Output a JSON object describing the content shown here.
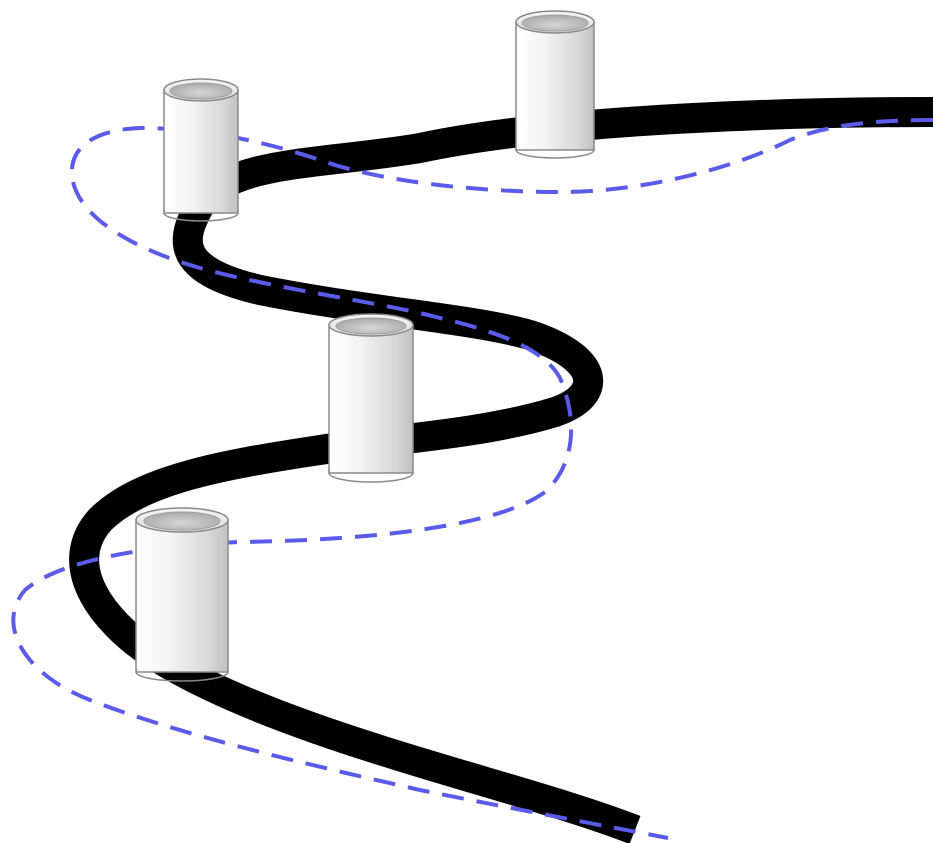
{
  "colors": {
    "track": "#000000",
    "dashed_path": "#5b5bea",
    "cylinder_light": "#ffffff",
    "cylinder_shade": "#c9c9c9",
    "cylinder_inner": "#b4b4b4",
    "background": "#ffffff"
  },
  "elements": {
    "track": "black-curved-track",
    "dashed_path": "blue-dashed-path",
    "cylinders": [
      "cylinder-top-left",
      "cylinder-top-right",
      "cylinder-middle",
      "cylinder-bottom"
    ]
  }
}
